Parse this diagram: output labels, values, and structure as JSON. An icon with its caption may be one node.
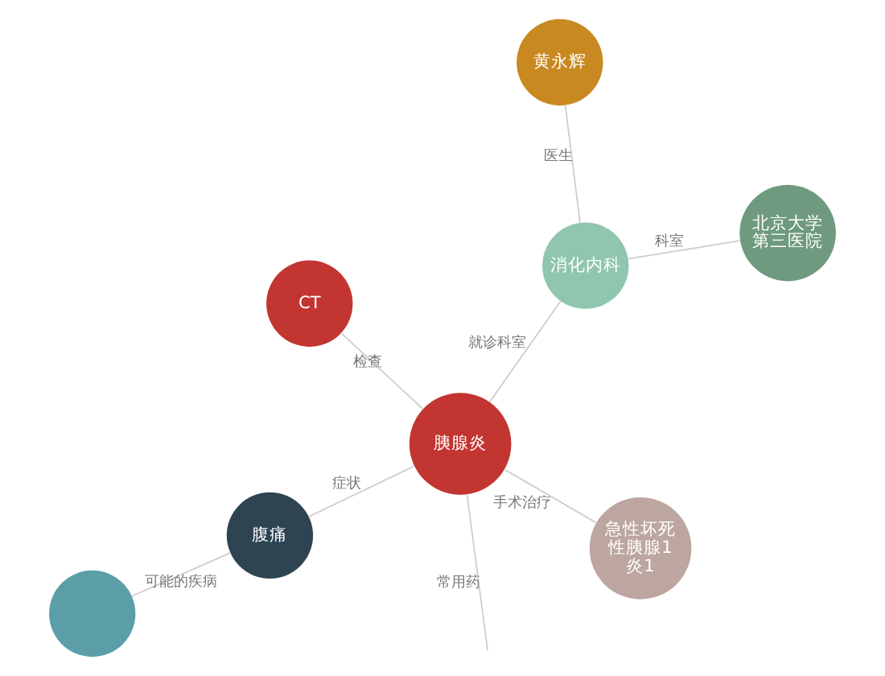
{
  "diagram": {
    "nodes": [
      {
        "text": [],
        "shape": "circle"
      },
      {
        "text": [
          "北京大学第三医院"
        ]
      },
      {
        "text": [
          "腹痛"
        ]
      },
      {
        "text": [
          "消化内科"
        ]
      },
      {
        "text": [
          "黄永辉"
        ]
      },
      {
        "text": [
          "CT"
        ]
      },
      {
        "text": [
          "胰腺炎"
        ]
      },
      {
        "text": [
          "急性坏死性胰腺1炎1"
        ]
      }
    ],
    "edges": [
      {
        "from": 2,
        "to": 0,
        "arrow": "none",
        "label": "可能的疾病"
      },
      {
        "from": 1,
        "to": 3,
        "arrow": "none",
        "label": "科室"
      },
      {
        "from": 3,
        "to": 4,
        "arrow": "none",
        "label": "医生"
      },
      {
        "from": 2,
        "to": 6,
        "arrow": "none",
        "label": "症状"
      },
      {
        "from": 3,
        "to": 6,
        "arrow": "none",
        "label": "就诊科室"
      },
      {
        "from": 6,
        "to": 5,
        "arrow": "none",
        "label": "检查"
      },
      {
        "from": 6,
        "to": 7,
        "arrow": "none",
        "label": "手术治疗"
      },
      {
        "from": 6,
        "to": null,
        "arrow": "none",
        "label": "常用药"
      }
    ]
  }
}
